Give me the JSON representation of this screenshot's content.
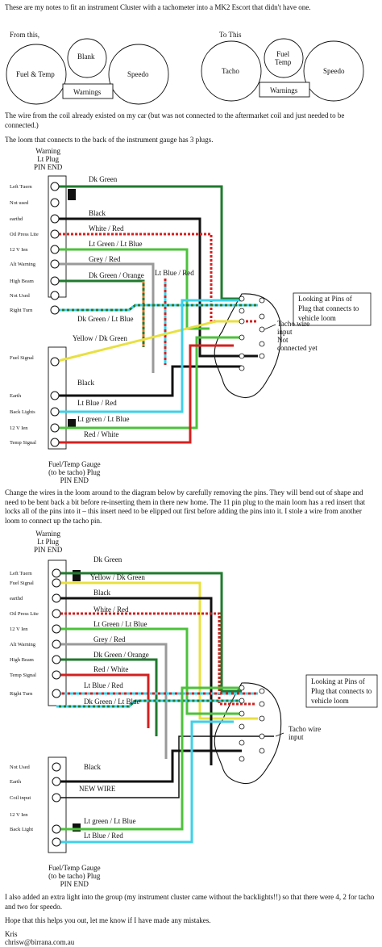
{
  "intro": "These are my notes to fit an instrument Cluster with a tachometer into a MK2 Escort that didn't have one.",
  "from_label": "From this,",
  "to_label": "To This",
  "gauges_from": {
    "left": "Fuel & Temp",
    "center": "Blank",
    "right": "Speedo",
    "warnings": "Warnings"
  },
  "gauges_to": {
    "left": "Tacho",
    "center": "Fuel\nTemp",
    "right": "Speedo",
    "warnings": "Warnings"
  },
  "para_coil": "The wire from the coil already existed on my car (but was not connected to the aftermarket coil and just needed to be connected.)",
  "para_plugs": "The loom that connects to the back of the instrument gauge has 3 plugs.",
  "diagram1": {
    "warning_plug_title": "Warning\nLt Plug\nPIN END",
    "pins_top": [
      "Left Tuern",
      "Not used",
      "earthd",
      "Oil Press Lite",
      "12 V Ien",
      "Alt Warning",
      "High Beam",
      "Not Used",
      "Right Turn"
    ],
    "pins_bottom": [
      "Fuel Signal",
      "Earth",
      "Back Lights",
      "12 V Ien",
      "Temp Signal"
    ],
    "wire_labels": [
      "Dk Green",
      "Black",
      "White / Red",
      "Lt Green / Lt Blue",
      "Grey / Red",
      "Dk Green / Orange",
      "Lt Blue / Red",
      "Dk Green / Lt Blue",
      "Yellow / Dk Green",
      "Black",
      "Lt Blue / Red",
      "Lt green / Lt Blue",
      "Red / White"
    ],
    "plug_note": "Looking at Pins of\nPlug that connects to\nvehicle loom",
    "tacho_note": "Tacho wire\ninput\nNot\nconnected yet",
    "gauge_plug_title": "Fuel/Temp Gauge\n(to be tacho) Plug\nPIN END"
  },
  "para_change": "Change the wires in the loom around to the diagram below by carefully removing the pins.  They will bend out of shape and need to be bent back a bit before re-inserting them in there new home.  The 11 pin plug to the main loom has a red insert that locks all of the pins into it – this insert need to be elipped out first before adding the pins into it.  I stole a wire from another loom to connect up the tacho pin.",
  "diagram2": {
    "warning_plug_title": "Warning\nLt Plug\nPIN END",
    "pins_top": [
      "Left Tuern",
      "Fuel Signal",
      "earthd",
      "Oil Press Lite",
      "12 V Ien",
      "Alt Warning",
      "High Beam",
      "Temp Signal",
      "Right Turn"
    ],
    "pins_bottom": [
      "Not Used",
      "Earth",
      "Coil input",
      "12 V Ien",
      "Back Light"
    ],
    "wire_labels": [
      "Dk Green",
      "Yellow / Dk Green",
      "Black",
      "White / Red",
      "Lt Green / Lt Blue",
      "Grey / Red",
      "Dk Green / Orange",
      "Red / White",
      "Lt Blue / Red",
      "Dk Green / Lt Blue",
      "Black",
      "NEW WIRE",
      "Lt green / Lt Blue",
      "Lt Blue / Red"
    ],
    "plug_note": "Looking at Pins of\nPlug that connects to\nvehicle loom",
    "tacho_note": "Tacho wire\ninput",
    "gauge_plug_title": "Fuel/Temp Gauge\n(to be tacho) Plug\nPIN END"
  },
  "para_extra": "I also added an extra light into the group (my instrument cluster came without the backlights!!) so that there were 4, 2 for tacho and two for speedo.",
  "para_hope": "Hope that this helps you out, let me know if I have made any mistakes.",
  "sign_name": "Kris",
  "sign_email": "chrisw@birrana.com.au",
  "colors": {
    "dk_green": "#1f7a2e",
    "black": "#111111",
    "red": "#d42020",
    "lt_green": "#4cc23b",
    "lt_blue": "#3fd0e8",
    "grey": "#9a9a9a",
    "yellow": "#e8e040",
    "orange": "#e07a2a"
  }
}
